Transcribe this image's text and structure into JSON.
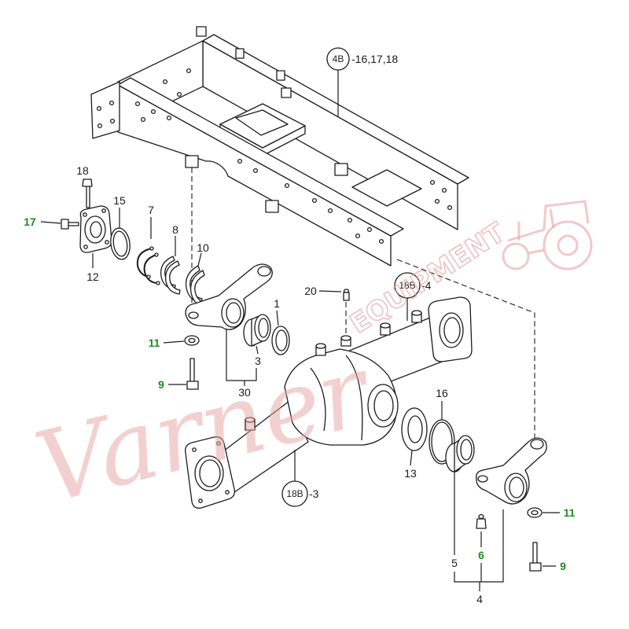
{
  "diagram": {
    "refs": {
      "frame": {
        "code": "4B",
        "suffix": "-16,17,18"
      },
      "axle_upper": {
        "code": "18B",
        "suffix": "-4"
      },
      "axle_housing": {
        "code": "18B",
        "suffix": "-3"
      }
    },
    "callouts": {
      "bolt_18": "18",
      "bolt_17": "17",
      "oring_15": "15",
      "clip_7": "7",
      "shim_8": "8",
      "shim_10": "10",
      "flange_12": "12",
      "grease_fitting_20": "20",
      "ring_1": "1",
      "washer_11_left": "11",
      "bushing_3": "3",
      "bolt_9_left": "9",
      "bracket_assy_30": "30",
      "oring_16": "16",
      "shim_13": "13",
      "washer_11_right": "11",
      "bushing_5": "5",
      "grease_fitting_6": "6",
      "bolt_9_right": "9",
      "bracket_assy_4": "4"
    }
  },
  "colors": {
    "ink": "#1c1c1c",
    "callout_green": "#218a21",
    "watermark": "#e9a3a3"
  },
  "watermark": {
    "script": "Varner",
    "word": "EQUIPMENT"
  }
}
